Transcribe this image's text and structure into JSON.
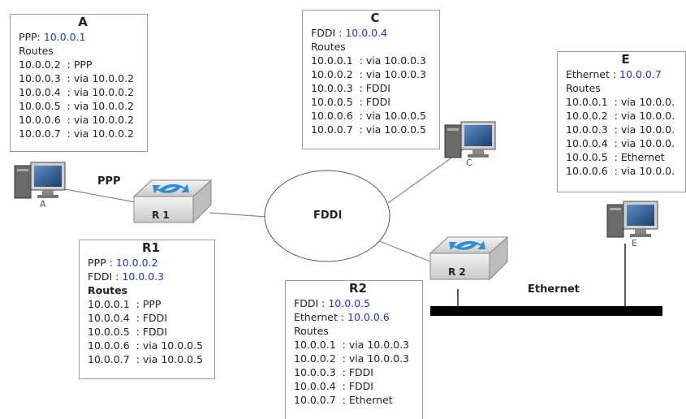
{
  "nodes": {
    "A": {
      "title": "A",
      "iface": [
        {
          "name": "PPP",
          "sep": ": ",
          "ip": "10.0.0.1"
        }
      ],
      "routes_label": "Routes",
      "routes": [
        "10.0.0.2  : PPP",
        "10.0.0.3  : via 10.0.0.2",
        "10.0.0.4  : via 10.0.0.2",
        "10.0.0.5  : via 10.0.0.2",
        "10.0.0.6  : via 10.0.0.2",
        "10.0.0.7  : via 10.0.0.2"
      ]
    },
    "C": {
      "title": "C",
      "iface": [
        {
          "name": "FDDI",
          "sep": " : ",
          "ip": "10.0.0.4"
        }
      ],
      "routes_label": "Routes",
      "routes": [
        "10.0.0.1  : via 10.0.0.3",
        "10.0.0.2  : via 10.0.0.3",
        "10.0.0.3  : FDDI",
        "10.0.0.5  : FDDI",
        "10.0.0.6  : via 10.0.0.5",
        "10.0.0.7  : via 10.0.0.5"
      ]
    },
    "E": {
      "title": "E",
      "iface": [
        {
          "name": "Ethernet",
          "sep": " : ",
          "ip": "10.0.0.7"
        }
      ],
      "routes_label": "Routes",
      "routes": [
        "10.0.0.1  : via 10.0.0.",
        "10.0.0.2  : via 10.0.0.",
        "10.0.0.3  : via 10.0.0.",
        "10.0.0.4  : via 10.0.0.",
        "10.0.0.5  : Ethernet",
        "10.0.0.6  : via 10.0.0."
      ]
    },
    "R1": {
      "title": "R1",
      "iface": [
        {
          "name": "PPP",
          "sep": " : ",
          "ip": "10.0.0.2"
        },
        {
          "name": "FDDI",
          "sep": " : ",
          "ip": "10.0.0.3"
        }
      ],
      "routes_label": "Routes",
      "routes": [
        "10.0.0.1  : PPP",
        "10.0.0.4  : FDDI",
        "10.0.0.5  : FDDI",
        "10.0.0.6  : via 10.0.0.5",
        "10.0.0.7  : via 10.0.0.5"
      ]
    },
    "R2": {
      "title": "R2",
      "iface": [
        {
          "name": "FDDI",
          "sep": " : ",
          "ip": "10.0.0.5"
        },
        {
          "name": "Ethernet",
          "sep": " : ",
          "ip": "10.0.0.6"
        }
      ],
      "routes_label": "Routes",
      "routes": [
        "10.0.0.1  : via 10.0.0.3",
        "10.0.0.2  : via 10.0.0.3",
        "10.0.0.3  : FDDI",
        "10.0.0.4  : FDDI",
        "10.0.0.7  : Ethernet"
      ]
    }
  },
  "labels": {
    "ppp": "PPP",
    "fddi": "FDDI",
    "ethernet": "Ethernet",
    "router1": "R 1",
    "router2": "R 2",
    "host_a": "A",
    "host_c": "C",
    "host_e": "E"
  },
  "colors": {
    "ip": "#2233dd",
    "router_arrow": "#2a8fd8",
    "border": "#9a9a9a"
  },
  "icons": {
    "host": "computer-icon",
    "router": "router-icon"
  }
}
